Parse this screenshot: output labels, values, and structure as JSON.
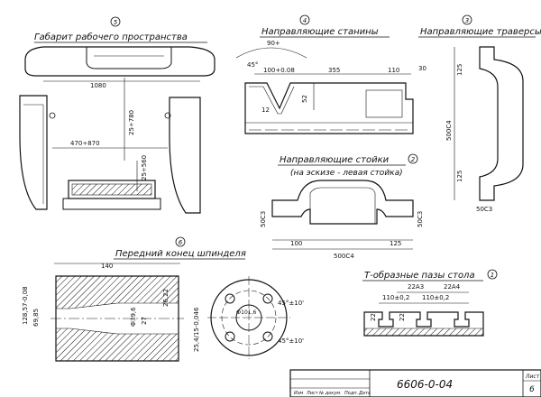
{
  "sections": {
    "workspace": {
      "number": "5",
      "title": "Габарит рабочего пространства",
      "dims": {
        "width": "1080",
        "height": "25÷780",
        "depth": "470÷870",
        "lower": "25÷560"
      }
    },
    "bed_ways": {
      "number": "4",
      "title": "Направляющие станины",
      "dims": {
        "angle": "90+",
        "chamfer": "45°",
        "width_a": "100+0.08",
        "span": "355",
        "width_b": "110",
        "height_a": "30",
        "height_b": "52",
        "depth": "12"
      }
    },
    "crossbeam_ways": {
      "number": "3",
      "title": "Направляющие траверсы",
      "dims": {
        "top": "125",
        "total": "500С4",
        "bottom": "125",
        "flange": "50С3"
      }
    },
    "column_ways": {
      "number": "2",
      "title": "Направляющие стойки",
      "subtitle": "(на эскизе - левая стойка)",
      "dims": {
        "flange_left": "50С3",
        "left": "100",
        "right": "125",
        "total": "500С4",
        "flange_right": "50С3"
      }
    },
    "spindle_nose": {
      "number": "6",
      "title": "Передний конец шпинделя",
      "dims": {
        "length": "140",
        "dia_outer": "128,57-0,08",
        "dia_inner": "69,85",
        "bore": "Ф39,6",
        "groove": "27",
        "taper": "26,22",
        "keyway": "25,4/15-0,046",
        "angle_a": "45°±10'",
        "angle_b": "45°±10'",
        "bolt_circle": "Ф101,6"
      }
    },
    "t_slots": {
      "number": "1",
      "title": "Т-образные пазы стола",
      "dims": {
        "pitch_a": "22А3",
        "pitch_b": "22А4",
        "spacing_a": "110±0,2",
        "spacing_b": "110±0,2",
        "depth_a": "22",
        "depth_b": "22"
      }
    }
  },
  "title_block": {
    "code": "6606-0-04",
    "sheet_label": "Лист",
    "sheet_number": "6",
    "headers": [
      "Изм",
      "Лист",
      "№ докум.",
      "Подп.",
      "Дата"
    ]
  }
}
